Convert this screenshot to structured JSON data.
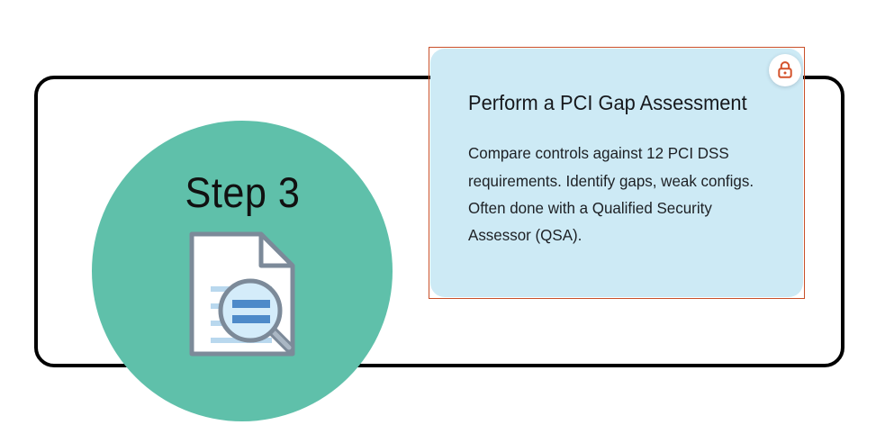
{
  "diagram": {
    "step": {
      "label": "Step 3",
      "circle_color": "#5fc0aa",
      "icon_name": "document-search-icon"
    },
    "card": {
      "title": "Perform a PCI Gap Assessment",
      "body": "Compare controls against 12 PCI DSS requirements. Identify gaps, weak configs. Often done with a Qualified Security Assessor (QSA).",
      "fill_color": "#cdeaf5",
      "selection_border_color": "#c8502a",
      "badge_icon_name": "lock-icon",
      "badge_icon_color": "#d4532c"
    },
    "frame": {
      "border_color": "#000000"
    }
  }
}
